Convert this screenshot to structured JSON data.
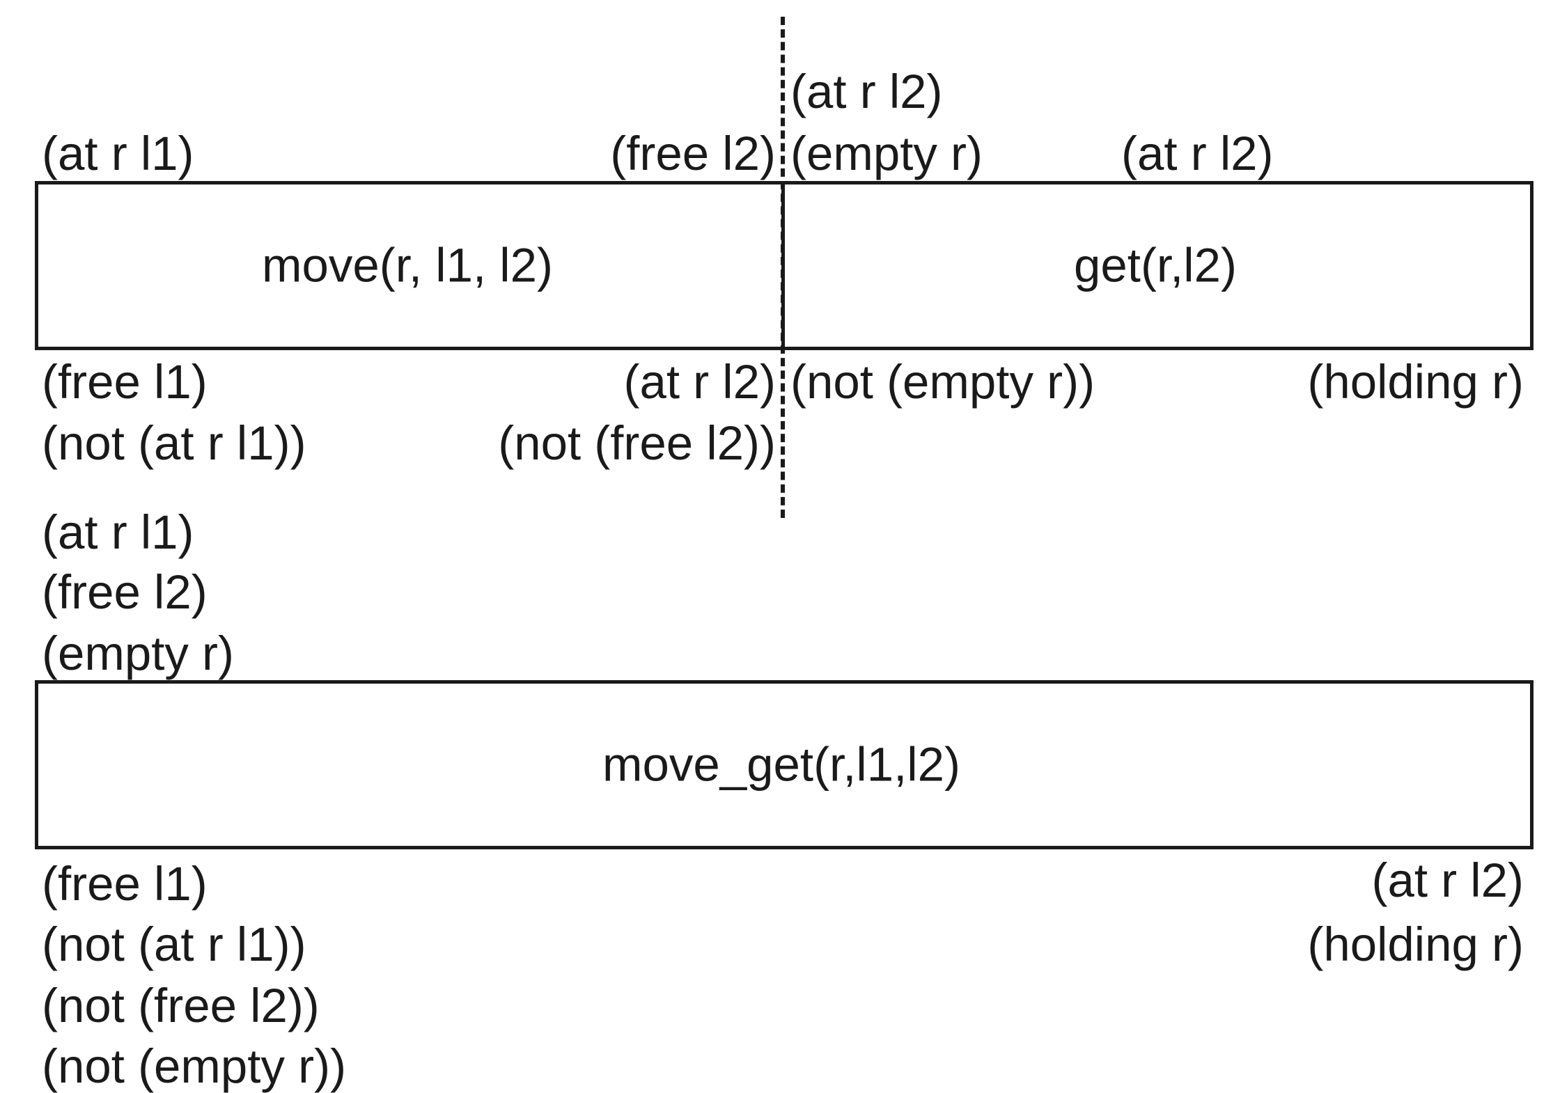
{
  "top_diagram": {
    "move_action": {
      "label": "move(r, l1, l2)",
      "preconditions_left": [
        "(at r l1)"
      ],
      "preconditions_right": [
        "(free l2)"
      ],
      "effects_left": [
        "(free l1)",
        "(not (at r l1))"
      ],
      "effects_right": [
        "(at r l2)",
        "(not (free l2))"
      ]
    },
    "get_action": {
      "label": "get(r,l2)",
      "preconditions_left": [
        "(at r l2)",
        "(empty r)"
      ],
      "preconditions_right": [
        "(at r l2)"
      ],
      "effects_left": [
        "(not (empty r))"
      ],
      "effects_right": [
        "(holding r)"
      ]
    }
  },
  "bottom_diagram": {
    "label": "move_get(r,l1,l2)",
    "preconditions": [
      "(at r l1)",
      "(free l2)",
      "(empty r)"
    ],
    "effects_left": [
      "(free l1)",
      "(not (at r l1))",
      "(not (free l2))",
      "(not (empty r))"
    ],
    "effects_right": [
      "(at r l2)",
      "(holding r)"
    ]
  }
}
